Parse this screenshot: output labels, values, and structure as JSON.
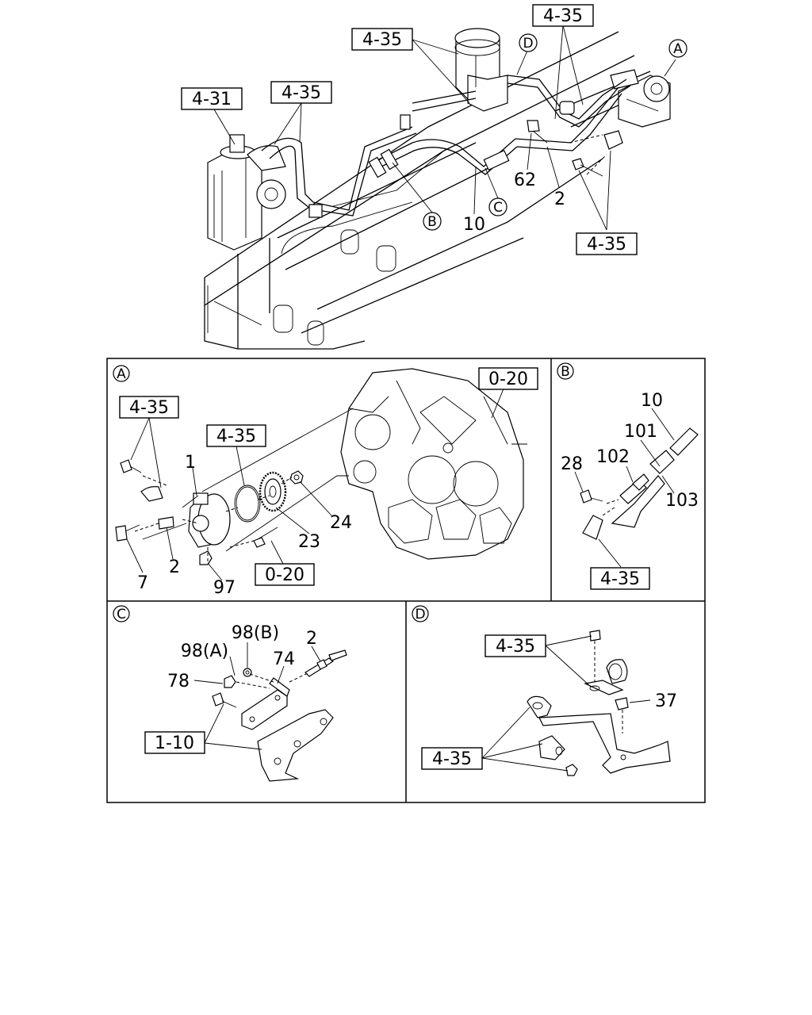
{
  "main_view": {
    "ref_4_31": "4-31",
    "ref_4_35_left": "4-35",
    "ref_4_35_tank": "4-35",
    "ref_4_35_top_right": "4-35",
    "ref_4_35_bottom_right": "4-35",
    "callout_A": "A",
    "callout_B": "B",
    "callout_C": "C",
    "callout_D": "D",
    "part_62": "62",
    "part_2": "2",
    "part_10": "10"
  },
  "panel_a": {
    "label": "A",
    "ref_4_35_bolt": "4-35",
    "ref_4_35_oring": "4-35",
    "ref_0_20_housing": "0-20",
    "ref_0_20_stud": "0-20",
    "part_1": "1",
    "part_2": "2",
    "part_7": "7",
    "part_23": "23",
    "part_24": "24",
    "part_97": "97"
  },
  "panel_b": {
    "label": "B",
    "part_10": "10",
    "part_101": "101",
    "part_102": "102",
    "part_103": "103",
    "part_28": "28",
    "ref_4_35": "4-35"
  },
  "panel_c": {
    "label": "C",
    "part_98b": "98(B)",
    "part_98a": "98(A)",
    "part_2": "2",
    "part_74": "74",
    "part_78": "78",
    "ref_1_10": "1-10"
  },
  "panel_d": {
    "label": "D",
    "ref_4_35_top": "4-35",
    "ref_4_35_bottom": "4-35",
    "part_37": "37"
  }
}
